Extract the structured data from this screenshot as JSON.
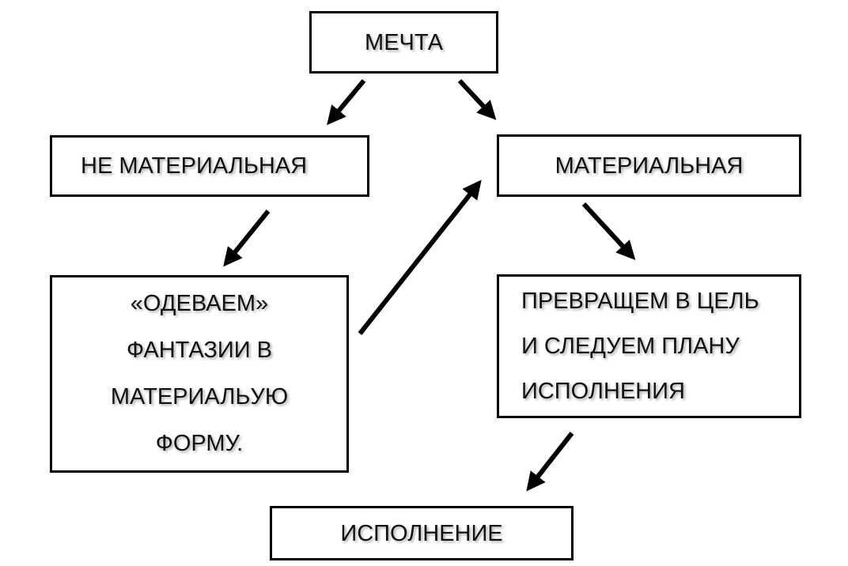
{
  "diagram": {
    "nodes": {
      "dream": "МЕЧТА",
      "non_material": "НЕ МАТЕРИАЛЬНАЯ",
      "material": "МАТЕРИАЛЬНАЯ",
      "dress_up": "«ОДЕВАЕМ»\nФАНТАЗИИ В\nМАТЕРИАЛЬУЮ\nФОРМУ.",
      "make_goal": "ПРЕВРАЩЕМ В ЦЕЛЬ\nИ СЛЕДУЕМ ПЛАНУ\nИСПОЛНЕНИЯ",
      "execution": "ИСПОЛНЕНИЕ"
    },
    "edges": [
      {
        "from": "dream",
        "to": "non_material"
      },
      {
        "from": "dream",
        "to": "material"
      },
      {
        "from": "non_material",
        "to": "dress_up"
      },
      {
        "from": "dress_up",
        "to": "material"
      },
      {
        "from": "material",
        "to": "make_goal"
      },
      {
        "from": "make_goal",
        "to": "execution"
      }
    ],
    "colors": {
      "line": "#000000",
      "background": "#ffffff"
    }
  }
}
